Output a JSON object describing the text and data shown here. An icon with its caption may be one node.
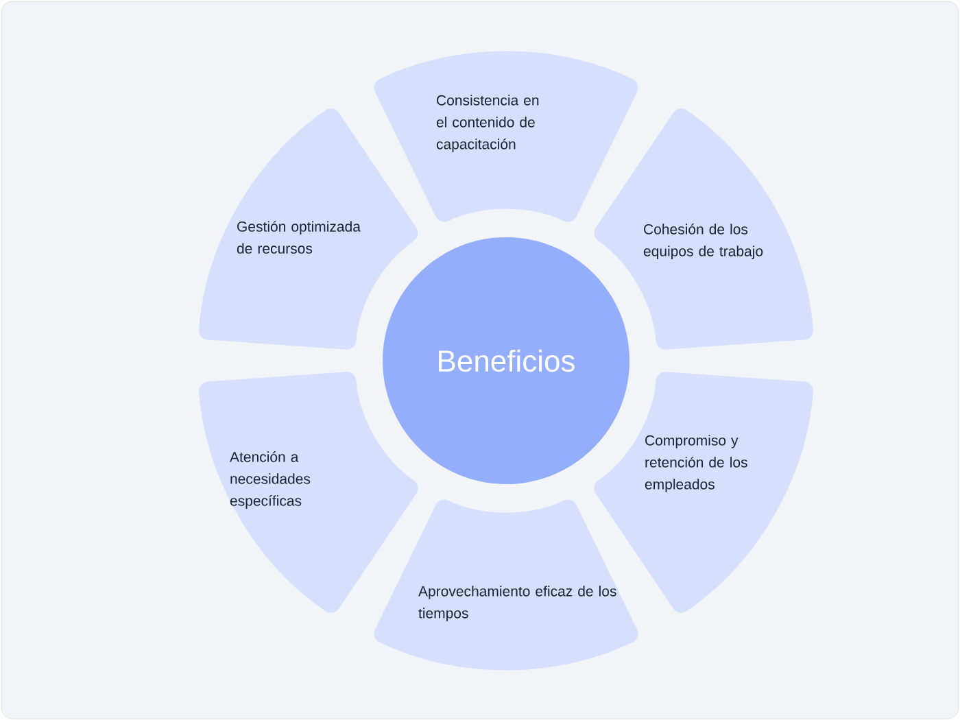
{
  "diagram": {
    "nodes": [
      {
        "text": [
          "Beneficios"
        ]
      },
      {
        "text": [
          "Consistencia en el contenido de capacitación"
        ]
      },
      {
        "text": [
          "Cohesión de los equipos de trabajo"
        ]
      },
      {
        "text": [
          "Compromiso y retención de los empleados"
        ]
      },
      {
        "text": [
          "Aprovechamiento eficaz de los tiempos"
        ]
      },
      {
        "text": [
          "Atención a necesidades específicas"
        ]
      },
      {
        "text": [
          "Gestión optimizada de recursos"
        ]
      }
    ]
  }
}
